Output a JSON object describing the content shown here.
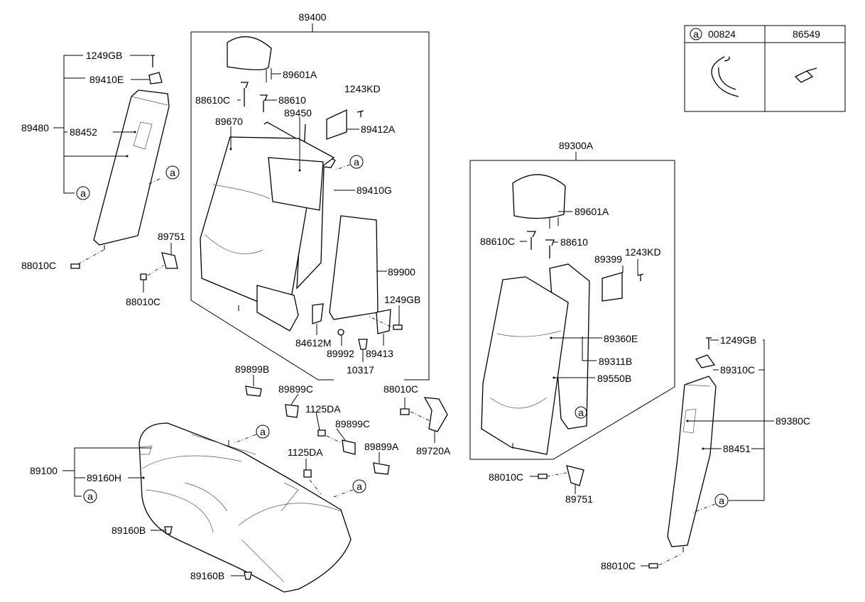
{
  "legend": {
    "marker": "a",
    "part1": "00824",
    "part2": "86549"
  },
  "assemblies": {
    "rear_left_back": "89400",
    "rear_right_back": "89300A"
  },
  "labels": {
    "l_1249GB": "1249GB",
    "l_89410E": "89410E",
    "l_89480": "89480",
    "l_88452": "88452",
    "l_a_left": "a",
    "l_a_bolster": "a",
    "l_88010C_1": "88010C",
    "l_89751_1": "89751",
    "l_88010C_2": "88010C",
    "l_89601A_1": "89601A",
    "l_88610C_1": "88610C",
    "l_88610_1": "88610",
    "l_1243KD_1": "1243KD",
    "l_89450": "89450",
    "l_89670": "89670",
    "l_89412A": "89412A",
    "l_a_back": "a",
    "l_89410G": "89410G",
    "l_89900": "89900",
    "l_1249GB_2": "1249GB",
    "l_84612M": "84612M",
    "l_89992": "89992",
    "l_89413": "89413",
    "l_10317": "10317",
    "l_89899B": "89899B",
    "l_89899C_1": "89899C",
    "l_1125DA_1": "1125DA",
    "l_89899C_2": "89899C",
    "l_88010C_3": "88010C",
    "l_89720A": "89720A",
    "l_89899A": "89899A",
    "l_1125DA_2": "1125DA",
    "l_a_cush1": "a",
    "l_a_cush2": "a",
    "l_89100": "89100",
    "l_89160H": "89160H",
    "l_a_cush3": "a",
    "l_89160B_1": "89160B",
    "l_89160B_2": "89160B",
    "l_89601A_2": "89601A",
    "l_88610C_2": "88610C",
    "l_88610_2": "88610",
    "l_89399": "89399",
    "l_1243KD_2": "1243KD",
    "l_89360E": "89360E",
    "l_89311B": "89311B",
    "l_89550B": "89550B",
    "l_a_right": "a",
    "l_88010C_4": "88010C",
    "l_89751_2": "89751",
    "l_1249GB_3": "1249GB",
    "l_89310C": "89310C",
    "l_89380C": "89380C",
    "l_88451": "88451",
    "l_a_rbolster": "a",
    "l_88010C_5": "88010C"
  }
}
